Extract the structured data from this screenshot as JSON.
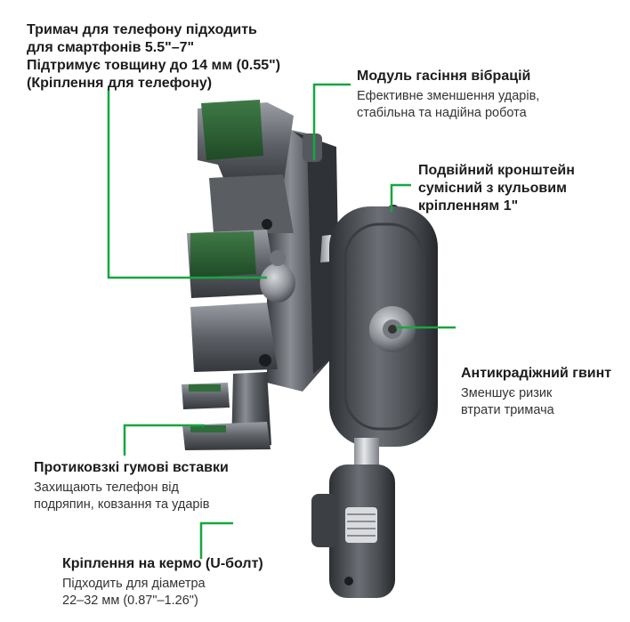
{
  "accent_color": "#17a640",
  "callouts": {
    "phone_holder": {
      "line1": "Тримач для телефону підходить",
      "line2": "для смартфонів 5.5\"–7\"",
      "line3": "Підтримує товщину до 14 мм (0.55\")",
      "line4": "(Кріплення для телефону)"
    },
    "vibration": {
      "title": "Модуль гасіння вібрацій",
      "desc1": "Ефективне зменшення ударів,",
      "desc2": "стабільна та надійна робота"
    },
    "double_bracket": {
      "line1": "Подвійний кронштейн",
      "line2": "сумісний з кульовим",
      "line3": "кріпленням 1\""
    },
    "anti_theft": {
      "title": "Антикрадіжний гвинт",
      "desc1": "Зменшує ризик",
      "desc2": "втрати тримача"
    },
    "rubber_pads": {
      "title": "Протиковзкі гумові вставки",
      "desc1": "Захищають телефон від",
      "desc2": "подряпин, ковзання та ударів"
    },
    "handlebar": {
      "title": "Кріплення на кермо (U-болт)",
      "desc1": "Підходить для діаметра",
      "desc2": "22–32 мм (0.87\"–1.26\")"
    }
  }
}
